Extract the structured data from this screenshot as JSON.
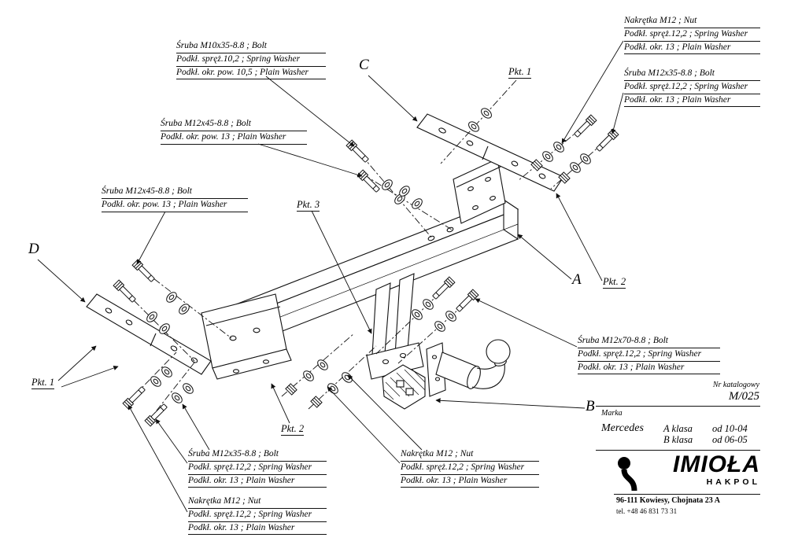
{
  "colors": {
    "line": "#111111",
    "background": "#ffffff",
    "text": "#000000"
  },
  "part_labels": [
    {
      "id": "bolt-m10x35",
      "lines": [
        "Śruba M10x35-8.8 ;  Bolt",
        "Podkł. spręż.10,2 ; Spring Washer",
        "Podkł. okr. pow. 10,5 ; Plain Washer"
      ]
    },
    {
      "id": "bolt-m12x45-upper",
      "lines": [
        "Śruba M12x45-8.8 ;  Bolt",
        "Podkł. okr. pow. 13 ; Plain Washer"
      ]
    },
    {
      "id": "bolt-m12x45-left",
      "lines": [
        "Śruba M12x45-8.8 ;  Bolt",
        "Podkł. okr. pow. 13 ; Plain Washer"
      ]
    },
    {
      "id": "nut-m12-top-right",
      "lines": [
        "Nakrętka  M12 ; Nut",
        "Podkł. spręż.12,2 ;  Spring Washer",
        "Podkł. okr. 13 ; Plain Washer"
      ]
    },
    {
      "id": "bolt-m12x35-top-right",
      "lines": [
        "Śruba M12x35-8.8 ;  Bolt",
        "Podkł. spręż.12,2 ;  Spring Washer",
        "Podkł. okr.  13 ; Plain Washer"
      ]
    },
    {
      "id": "bolt-m12x70-right",
      "lines": [
        "Śruba M12x70-8.8 ;  Bolt",
        "Podkł. spręż.12,2 ;  Spring Washer",
        "Podkł. okr. 13 ; Plain Washer"
      ]
    },
    {
      "id": "bolt-m12x35-bottom",
      "lines": [
        "Śruba M12x35-8.8 ;  Bolt",
        "Podkł. spręż.12,2 ;  Spring Washer",
        "Podkł. okr.  13 ; Plain Washer"
      ]
    },
    {
      "id": "nut-m12-bottom-left",
      "lines": [
        "Nakrętka  M12 ; Nut",
        "Podkł. spręż.12,2 ;  Spring Washer",
        "Podkł. okr. 13 ; Plain Washer"
      ]
    },
    {
      "id": "nut-m12-bottom-middle",
      "lines": [
        "Nakrętka  M12 ; Nut",
        "Podkł. spręż.12,2 ;  Spring Washer",
        "Podkł. okr. 13 ; Plain Washer"
      ]
    }
  ],
  "point_labels": [
    {
      "id": "pkt-1-top",
      "text": "Pkt. 1"
    },
    {
      "id": "pkt-2-right",
      "text": "Pkt. 2"
    },
    {
      "id": "pkt-3-center",
      "text": "Pkt. 3"
    },
    {
      "id": "pkt-1-left",
      "text": "Pkt. 1"
    },
    {
      "id": "pkt-2-bottom",
      "text": "Pkt. 2"
    }
  ],
  "section_letters": {
    "a": "A",
    "b": "B",
    "c": "C",
    "d": "D"
  },
  "info_panel": {
    "catalog_label": "Nr katalogowy",
    "catalog_number": "M/025",
    "brand_label": "Marka",
    "brand": "Mercedes",
    "models": [
      {
        "name": "A klasa",
        "dates": "od 10-04"
      },
      {
        "name": "B klasa",
        "dates": "od 06-05"
      }
    ],
    "logo_text": "IMIOŁA",
    "logo_subtext": "HAKPOL",
    "address": "96-111 Kowiesy, Chojnata 23 A",
    "phone": "tel. +48 46 831 73 31"
  },
  "icons": {
    "logo": "towball-icon"
  }
}
